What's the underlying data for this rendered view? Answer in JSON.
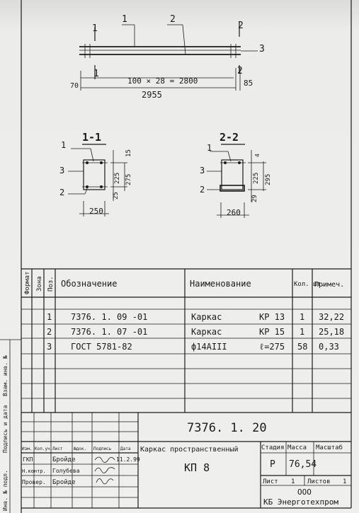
{
  "drawing": {
    "sections": [
      {
        "marker": "1",
        "label": "1-1"
      },
      {
        "marker": "2",
        "label": "2-2"
      }
    ],
    "positions": [
      "1",
      "2",
      "3"
    ],
    "dims": {
      "span_formula": "100 × 28 = 2800",
      "total_length": "2955",
      "left_end": "70",
      "right_end": "85",
      "s1_top": "15",
      "s1_h1": "225",
      "s1_h2": "275",
      "s1_bottom": "25",
      "s1_width": "250",
      "s2_top": "4",
      "s2_h1": "225",
      "s2_h2": "295",
      "s2_bottom": "29",
      "s2_width": "260"
    }
  },
  "spec": {
    "headers": {
      "format": "Формат",
      "zone": "Зона",
      "pos": "Поз.",
      "designation": "Обозначение",
      "name": "Наименование",
      "qty": "Кол. шт.",
      "note": "Примеч."
    },
    "rows": [
      {
        "pos": "1",
        "designation": "7376. 1. 09 -01",
        "name": "Каркас",
        "mark": "КР 13",
        "qty": "1",
        "note": "32,22"
      },
      {
        "pos": "2",
        "designation": "7376. 1. 07 -01",
        "name": "Каркас",
        "mark": "КР 15",
        "qty": "1",
        "note": "25,18"
      },
      {
        "pos": "3",
        "designation": "ГОСТ 5781-82",
        "name": "ф14АIII",
        "mark": "ℓ=275",
        "qty": "58",
        "note": "0,33"
      }
    ]
  },
  "stamp": {
    "doc_number": "7376. 1. 20",
    "title": "Каркас пространственный",
    "code": "КП 8",
    "stage_label": "Стадия",
    "mass_label": "Масса",
    "scale_label": "Масштаб",
    "stage": "Р",
    "mass": "76,54",
    "sheet_label": "Лист",
    "sheet": "1",
    "sheets_label": "Листов",
    "sheets": "1",
    "org_line1": "ООО",
    "org": "КБ Энерготехпром",
    "col_headers": [
      "Изм.",
      "Кол.уч.",
      "Лист",
      "№док.",
      "Подпись",
      "Дата"
    ],
    "roles": [
      {
        "role": "ГКП",
        "person": "Бройде"
      },
      {
        "role": "Н.контр.",
        "person": "Голубева"
      },
      {
        "role": "Провер.",
        "person": "Бройде"
      }
    ],
    "date": "11.2.99",
    "side_labels": [
      "Инв. № подл.",
      "Подпись и дата",
      "Взам. инв. №"
    ]
  }
}
